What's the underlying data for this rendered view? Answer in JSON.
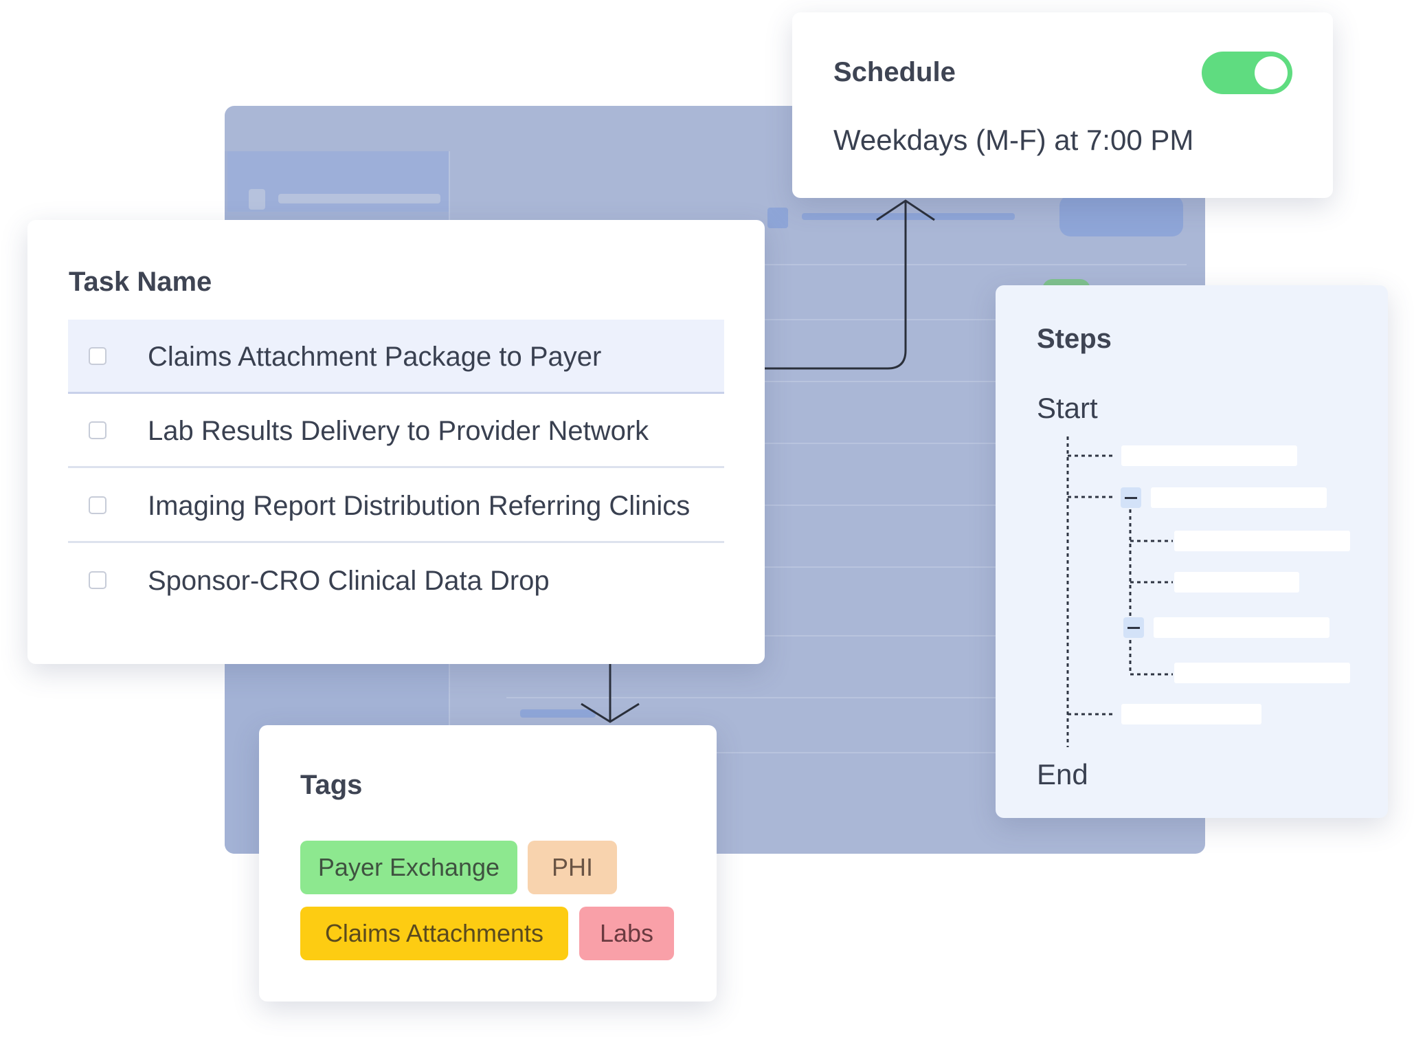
{
  "task_list": {
    "title": "Task Name",
    "tasks": [
      "Claims Attachment Package to Payer",
      "Lab Results Delivery to Provider Network",
      "Imaging Report Distribution Referring Clinics",
      "Sponsor-CRO Clinical Data Drop"
    ],
    "selected_task": "Claims Attachment Package to Payer"
  },
  "schedule": {
    "title": "Schedule",
    "description": "Weekdays (M-F) at 7:00 PM",
    "enabled": true,
    "toggle_color": "#5fdc80"
  },
  "steps": {
    "title": "Steps",
    "start_label": "Start",
    "end_label": "End"
  },
  "tags": {
    "title": "Tags",
    "items": [
      {
        "label": "Payer Exchange",
        "bg": "#8de88f",
        "fg": "#3f5240"
      },
      {
        "label": "PHI",
        "bg": "#f8d3ae",
        "fg": "#6a5444"
      },
      {
        "label": "Claims Attachments",
        "bg": "#fdcc12",
        "fg": "#5a4a1e"
      },
      {
        "label": "Labs",
        "bg": "#f9a0a8",
        "fg": "#6a3a40"
      }
    ]
  },
  "colors": {
    "background_window": "#aab7d6",
    "selected_row": "#edf1fc",
    "steps_panel": "#eef3fc"
  }
}
